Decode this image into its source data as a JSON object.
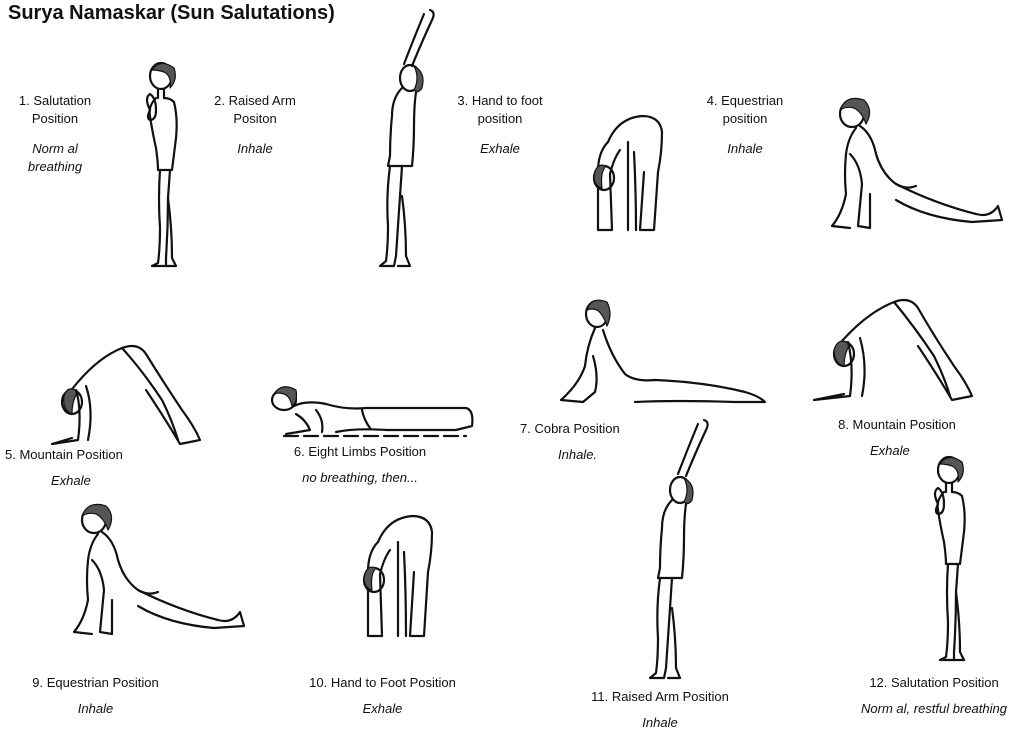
{
  "title": "Surya Namaskar (Sun Salutations)",
  "poses": [
    {
      "name": "1. Salutation",
      "name2": "Position",
      "breath": "Norm al",
      "breath2": "breathing",
      "icon": "salutation-figure-icon"
    },
    {
      "name": "2. Raised Arm",
      "name2": "Positon",
      "breath": "Inhale",
      "icon": "raised-arm-figure-icon"
    },
    {
      "name": "3. Hand to foot",
      "name2": "position",
      "breath": "Exhale",
      "icon": "hand-to-foot-figure-icon"
    },
    {
      "name": "4. Equestrian",
      "name2": "position",
      "breath": "Inhale",
      "icon": "equestrian-figure-icon"
    },
    {
      "name": "5. Mountain Position",
      "breath": "Exhale",
      "icon": "mountain-figure-icon"
    },
    {
      "name": "6. Eight Limbs Position",
      "breath": "no breathing, then...",
      "icon": "eight-limbs-figure-icon"
    },
    {
      "name": "7. Cobra Position",
      "breath": "Inhale.",
      "icon": "cobra-figure-icon"
    },
    {
      "name": "8. Mountain Position",
      "breath": "Exhale",
      "icon": "mountain-figure-icon"
    },
    {
      "name": "9. Equestrian Position",
      "breath": "Inhale",
      "icon": "equestrian-figure-icon"
    },
    {
      "name": "10. Hand to Foot Position",
      "breath": "Exhale",
      "icon": "hand-to-foot-figure-icon"
    },
    {
      "name": "11. Raised Arm Position",
      "breath": "Inhale",
      "icon": "raised-arm-figure-icon"
    },
    {
      "name": "12. Salutation Position",
      "breath": "Norm al, restful breathing",
      "icon": "salutation-figure-icon"
    }
  ]
}
